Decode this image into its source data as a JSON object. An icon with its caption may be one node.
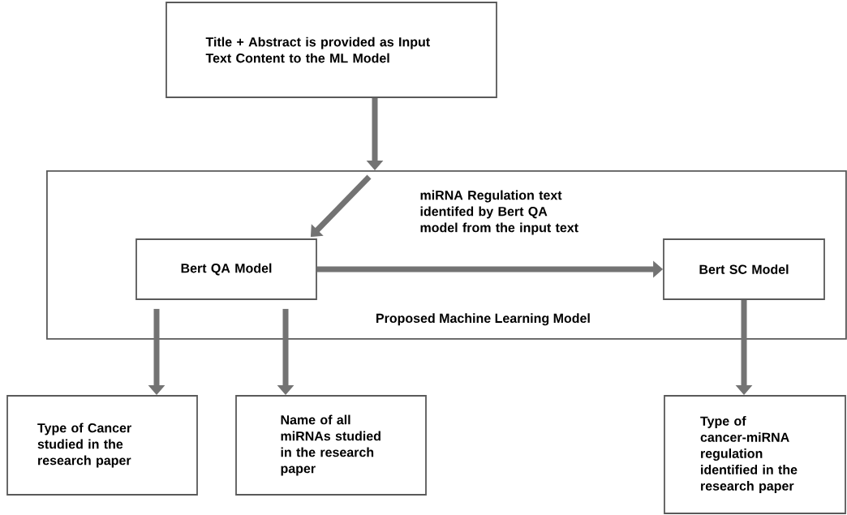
{
  "diagram": {
    "nodes": [
      {
        "text": [
          "Title + Abstract is provided as Input Text Content to the ML Model"
        ]
      },
      {
        "text": [
          "Proposed Machine Learning Model"
        ]
      },
      {
        "text": [
          "Bert QA Model"
        ],
        "in": 1
      },
      {
        "text": [
          "Bert SC Model"
        ],
        "in": 1
      },
      {
        "text": [
          "Type of Cancer studied in the research paper"
        ]
      },
      {
        "text": [
          "Name of all miRNAs studied in the research paper"
        ]
      },
      {
        "text": [
          "Type of cancer-miRNA regulation identified in the research paper"
        ]
      }
    ],
    "edges": [
      {
        "from": 0,
        "to": 1,
        "arrow": "to"
      },
      {
        "from": null,
        "to": 2,
        "arrow": "to"
      },
      {
        "from": 2,
        "to": 3,
        "arrow": "to",
        "label": "miRNA Regulation text identifed by Bert QA model from the input text"
      },
      {
        "from": 2,
        "to": 4,
        "arrow": "to"
      },
      {
        "from": 2,
        "to": 5,
        "arrow": "to"
      },
      {
        "from": 3,
        "to": 6,
        "arrow": "to"
      }
    ]
  }
}
